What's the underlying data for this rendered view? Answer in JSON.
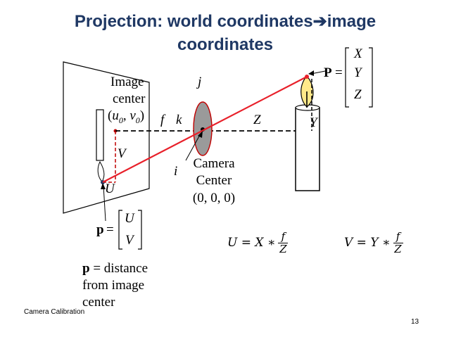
{
  "slide": {
    "title_line1": "Projection: world coordinates",
    "title_arrow": "➔",
    "title_word": "image",
    "title_line2": "coordinates",
    "footer": "Camera Calibration",
    "page_number": "13"
  },
  "diagram": {
    "image_center": [
      "Image",
      "center"
    ],
    "image_center_coord": {
      "open": "(",
      "u": "u",
      "u_sub": "0",
      "sep": ", ",
      "v": "v",
      "v_sub": "0",
      "close": ")"
    },
    "axis_f": "f",
    "axis_k": "k",
    "axis_j": "j",
    "axis_i": "i",
    "label_Z": "Z",
    "label_Y": "Y",
    "label_V": "V",
    "label_U": "U",
    "camera_center": [
      "Camera",
      "Center",
      "(0, 0, 0)"
    ],
    "P_vector": {
      "name": "P",
      "eq": "=",
      "entries": [
        "X",
        "Y",
        "Z"
      ]
    },
    "p_vector": {
      "name": "p",
      "eq": "=",
      "entries": [
        "U",
        "V"
      ]
    },
    "p_description": {
      "name": "p",
      "rest": " = distance",
      "line2": "from image",
      "line3": "center"
    }
  },
  "equations": {
    "U_eq": {
      "lhs": "U = X ∗",
      "num": "f",
      "den": "Z"
    },
    "V_eq": {
      "lhs": "V = Y ∗",
      "num": "f",
      "den": "Z"
    }
  },
  "colors": {
    "title": "#1f3864",
    "ray": "#e8202a",
    "lens": "#9a9a9a",
    "candle_flame": "#ffe98a",
    "image_center_marker": "#c00000"
  }
}
